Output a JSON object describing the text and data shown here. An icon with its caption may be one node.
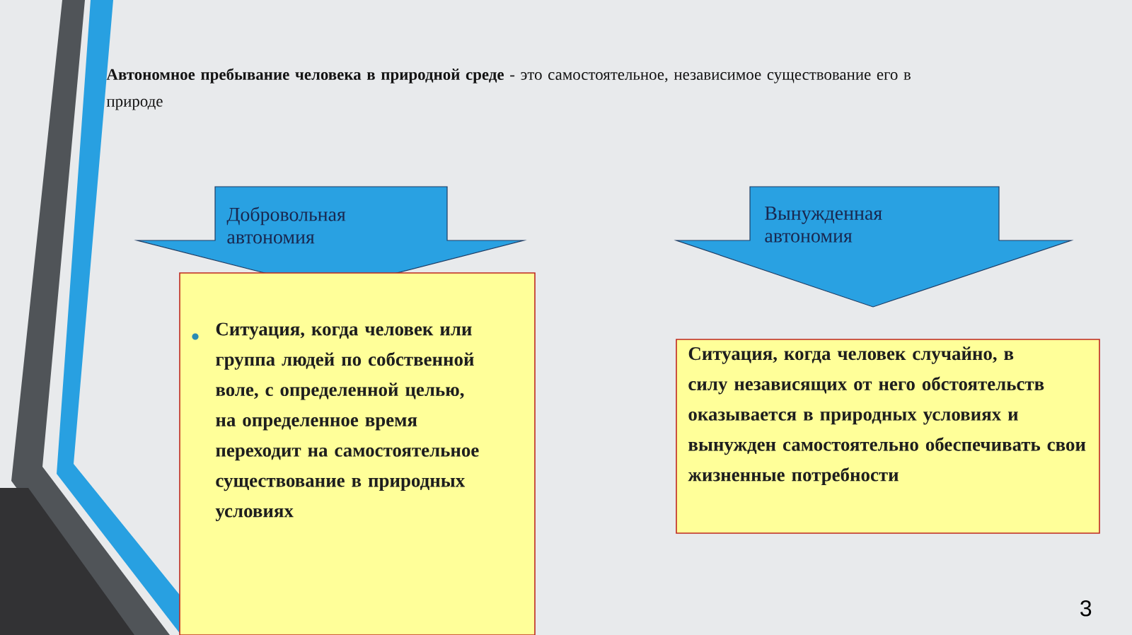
{
  "diagram": {
    "title": "**Автономное пребывание человека в природной среде** - это самостоятельное, независимое существование его в природе",
    "nodes": [
      {
        "text": [
          "Добровольная автономия"
        ]
      },
      {
        "text": [
          "Ситуация, когда человек или группа людей по собственной воле, с определенной целью, на определенное время переходит на самостоятельное существование в природных условиях"
        ]
      },
      {
        "text": [
          "Вынужденная автономия"
        ]
      },
      {
        "text": [
          "Ситуация, когда человек случайно, в силу независящих от него обстоятельств оказывается в природных условиях и вынужден самостоятельно обеспечивать свои жизненные потребности"
        ]
      }
    ],
    "labels": [
      "3"
    ]
  }
}
